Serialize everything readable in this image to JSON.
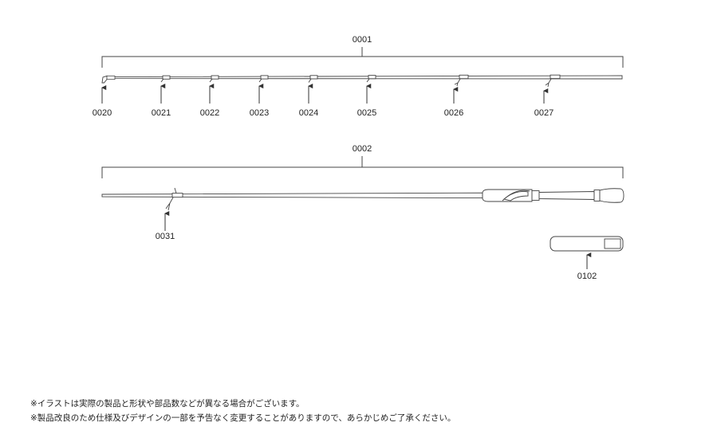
{
  "assembly_labels": {
    "tip_section": "0001",
    "butt_section": "0002"
  },
  "part_labels": {
    "tip_top_guide": "0020",
    "guide_1": "0021",
    "guide_2": "0022",
    "guide_3": "0023",
    "guide_4": "0024",
    "guide_5": "0025",
    "guide_6": "0026",
    "guide_7": "0027",
    "butt_guide": "0031",
    "rod_case": "0102"
  },
  "notes": {
    "line1": "※イラストは実際の製品と形状や部品数などが異なる場合がございます。",
    "line2": "※製品改良のため仕様及びデザインの一部を予告なく変更することがありますので、あらかじめご了承ください。"
  },
  "colors": {
    "line": "#444444",
    "text": "#222222",
    "background": "#ffffff"
  }
}
